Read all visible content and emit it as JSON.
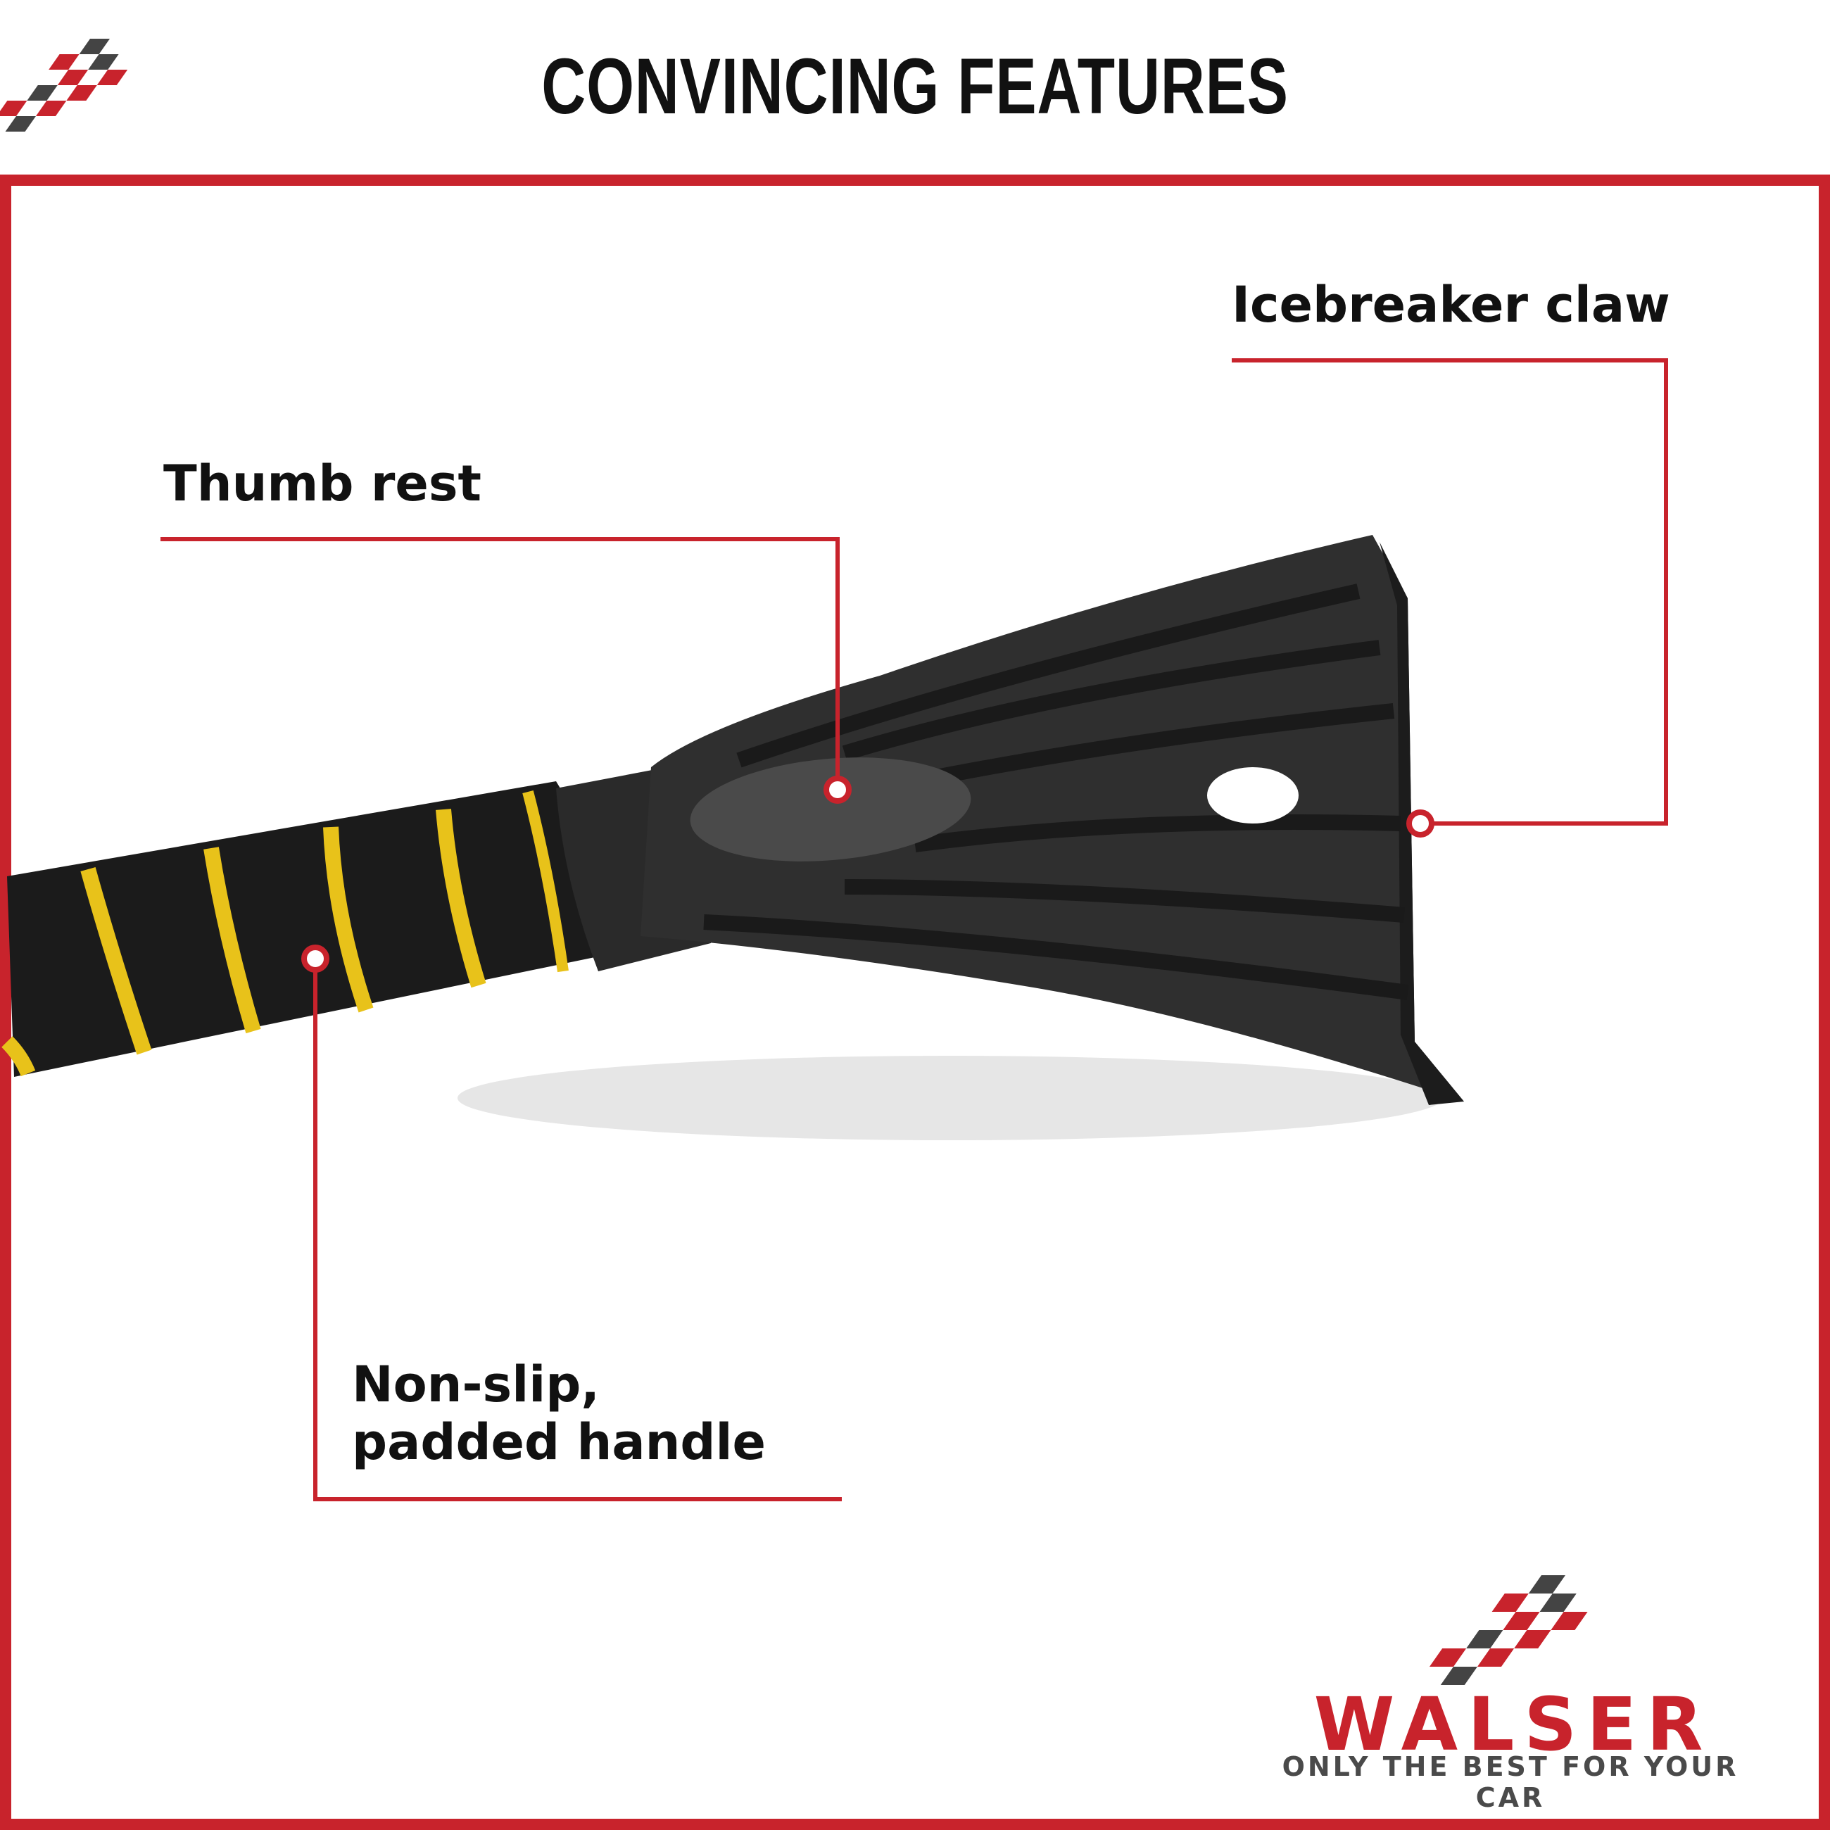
{
  "header": {
    "title": "CONVINCING FEATURES"
  },
  "callouts": {
    "icebreaker": "Icebreaker claw",
    "thumb_rest": "Thumb rest",
    "handle_line1": "Non-slip,",
    "handle_line2": "padded handle"
  },
  "brand": {
    "name": "WALSER",
    "tagline": "ONLY THE BEST FOR YOUR CAR"
  },
  "colors": {
    "accent": "#c8232c",
    "dark": "#1a1a1a",
    "grey": "#4a4a4a",
    "handle_stripe": "#e8c21a"
  }
}
